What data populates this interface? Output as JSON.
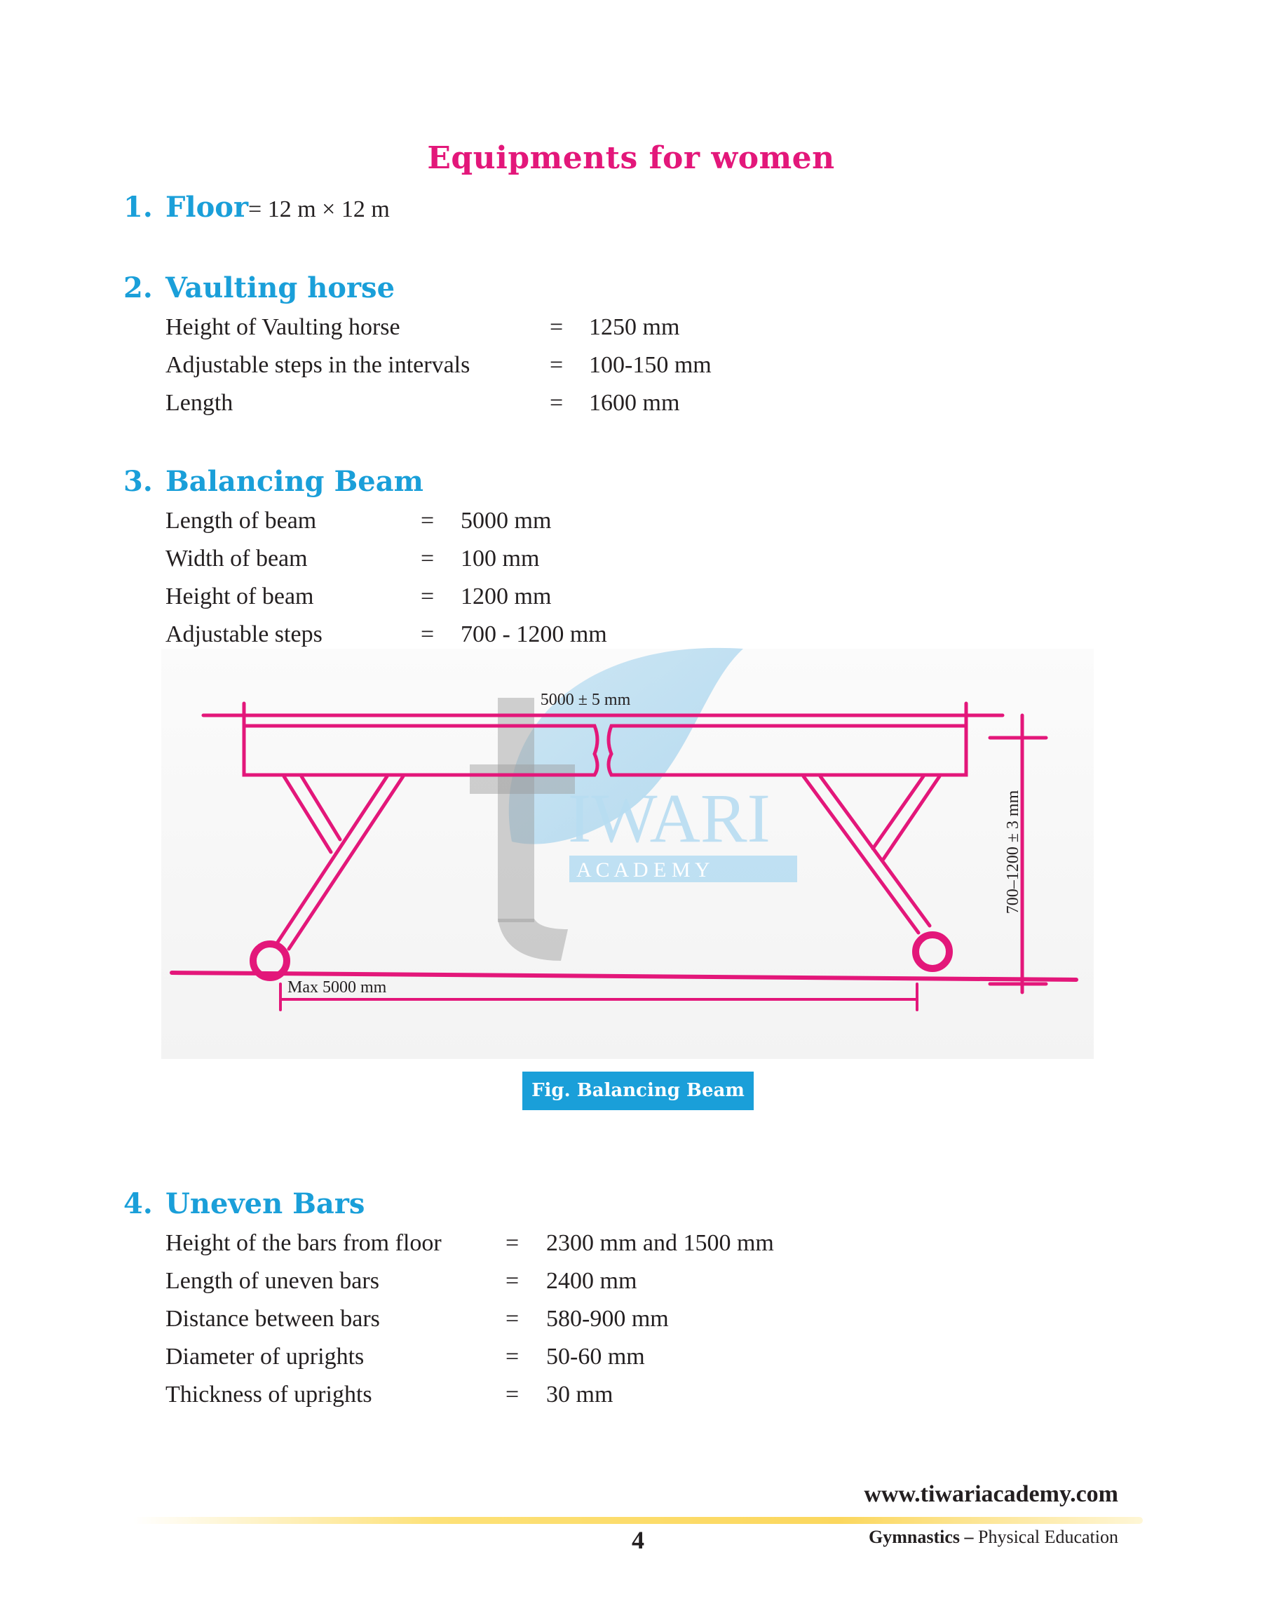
{
  "page_title": "Equipments for women",
  "sections": [
    {
      "number": "1.",
      "title": "Floor",
      "inline_value": "= 12 m × 12 m",
      "rows": []
    },
    {
      "number": "2.",
      "title": "Vaulting horse",
      "rows": [
        {
          "label": "Height of Vaulting  horse",
          "eq": "=",
          "value": "1250 mm"
        },
        {
          "label": "Adjustable steps in the intervals",
          "eq": "=",
          "value": "100-150 mm"
        },
        {
          "label": "Length",
          "eq": "=",
          "value": "1600 mm"
        }
      ]
    },
    {
      "number": "3.",
      "title": "Balancing Beam",
      "rows": [
        {
          "label": "Length of beam",
          "eq": "=",
          "value": "5000 mm"
        },
        {
          "label": "Width of beam",
          "eq": "=",
          "value": "100 mm"
        },
        {
          "label": "Height of beam",
          "eq": "=",
          "value": "1200 mm"
        },
        {
          "label": "Adjustable steps",
          "eq": "=",
          "value": "700 - 1200 mm"
        }
      ]
    },
    {
      "number": "4.",
      "title": "Uneven Bars",
      "rows": [
        {
          "label": "Height of the bars from floor",
          "eq": "=",
          "value": "2300 mm and 1500 mm"
        },
        {
          "label": "Length of uneven bars",
          "eq": "=",
          "value": "2400 mm"
        },
        {
          "label": "Distance between bars",
          "eq": "=",
          "value": "580-900 mm"
        },
        {
          "label": "Diameter of uprights",
          "eq": "=",
          "value": "50-60 mm"
        },
        {
          "label": "Thickness of uprights",
          "eq": "=",
          "value": "30 mm"
        }
      ]
    }
  ],
  "figure": {
    "top_dimension": "5000 ± 5 mm",
    "side_dimension": "700–1200 ± 3 mm",
    "bottom_dimension": "Max 5000 mm",
    "caption": "Fig. Balancing Beam",
    "line_color": "#e3177a"
  },
  "watermark": {
    "letter": "t",
    "name": "IWARI",
    "sub": "A C A D E M Y"
  },
  "footer": {
    "url": "www.tiwariacademy.com",
    "page_number": "4",
    "subject": "Gymnastics",
    "separator": "–",
    "book": "Physical Education"
  },
  "colors": {
    "heading_pink": "#e3177a",
    "section_blue": "#1a9fd9",
    "text": "#231f20"
  }
}
